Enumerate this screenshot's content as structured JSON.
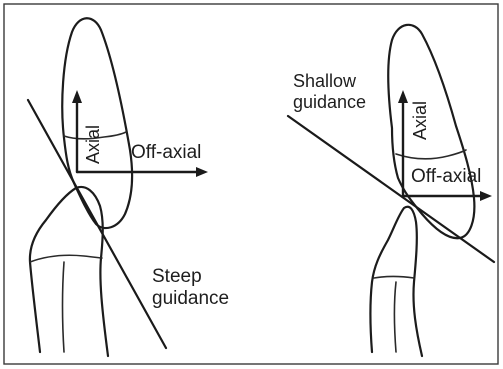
{
  "left_figure": {
    "axial_label": "Axial",
    "off_axial_label": "Off-axial",
    "guidance_label_line1": "Steep",
    "guidance_label_line2": "guidance"
  },
  "right_figure": {
    "axial_label": "Axial",
    "off_axial_label": "Off-axial",
    "guidance_label_line1": "Shallow",
    "guidance_label_line2": "guidance"
  },
  "colors": {
    "ink": "#1c1c1c",
    "frame": "#3a3a3a",
    "background": "#ffffff"
  }
}
